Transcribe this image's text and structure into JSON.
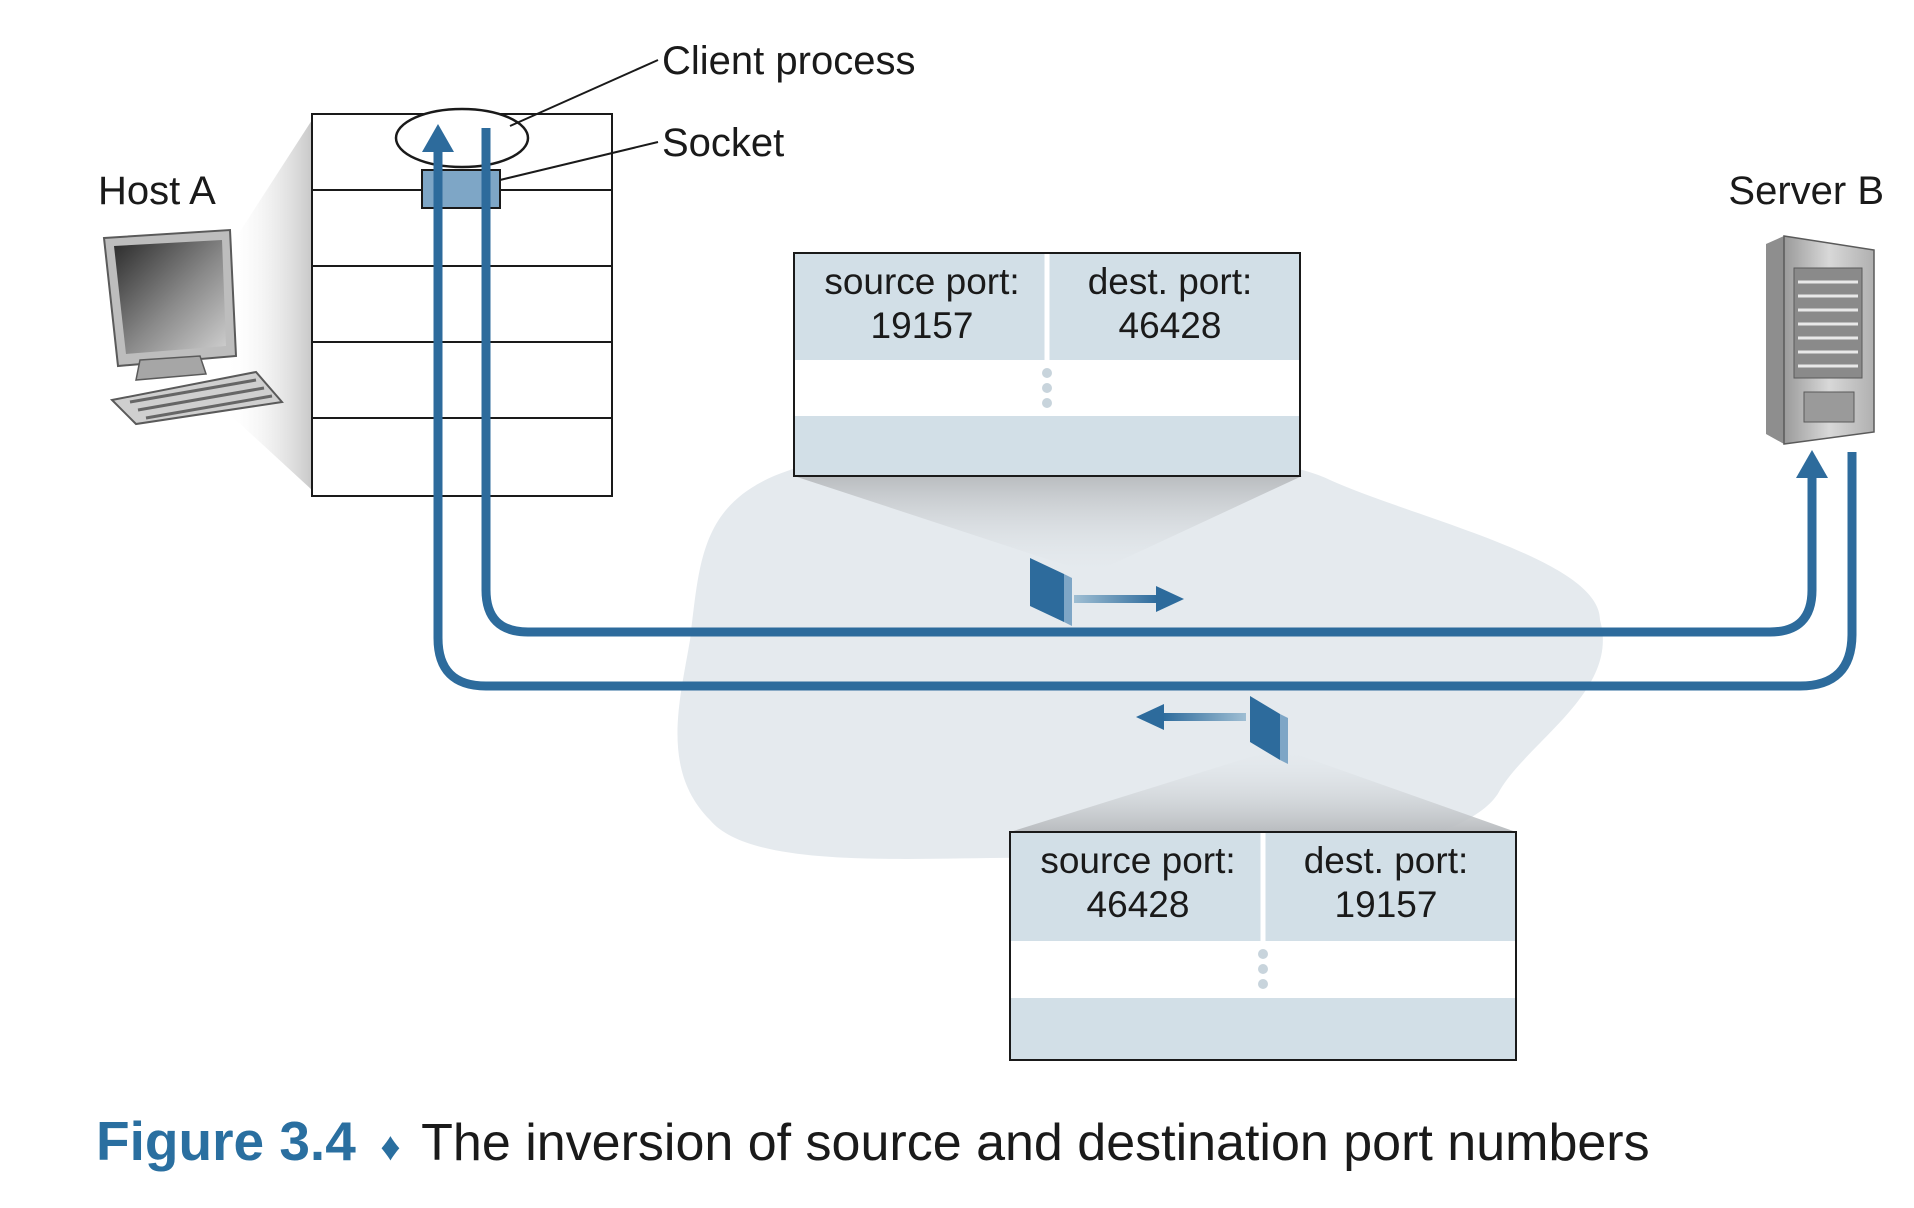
{
  "labels": {
    "client_process": "Client process",
    "socket": "Socket",
    "host_a": "Host A",
    "server_b": "Server B"
  },
  "segments": [
    {
      "name": "outgoing",
      "source_label": "source port:",
      "source_value": "19157",
      "dest_label": "dest. port:",
      "dest_value": "46428"
    },
    {
      "name": "incoming",
      "source_label": "source port:",
      "source_value": "46428",
      "dest_label": "dest. port:",
      "dest_value": "19157"
    }
  ],
  "caption": {
    "figure": "Figure 3.4",
    "separator": "♦",
    "text": "The inversion of source and destination port numbers"
  },
  "colors": {
    "path_blue": "#2d6b9c",
    "segment_fill": "#d2dfe7",
    "cloud_fill": "#e5eaee",
    "caption_blue": "#2a6fa0"
  }
}
